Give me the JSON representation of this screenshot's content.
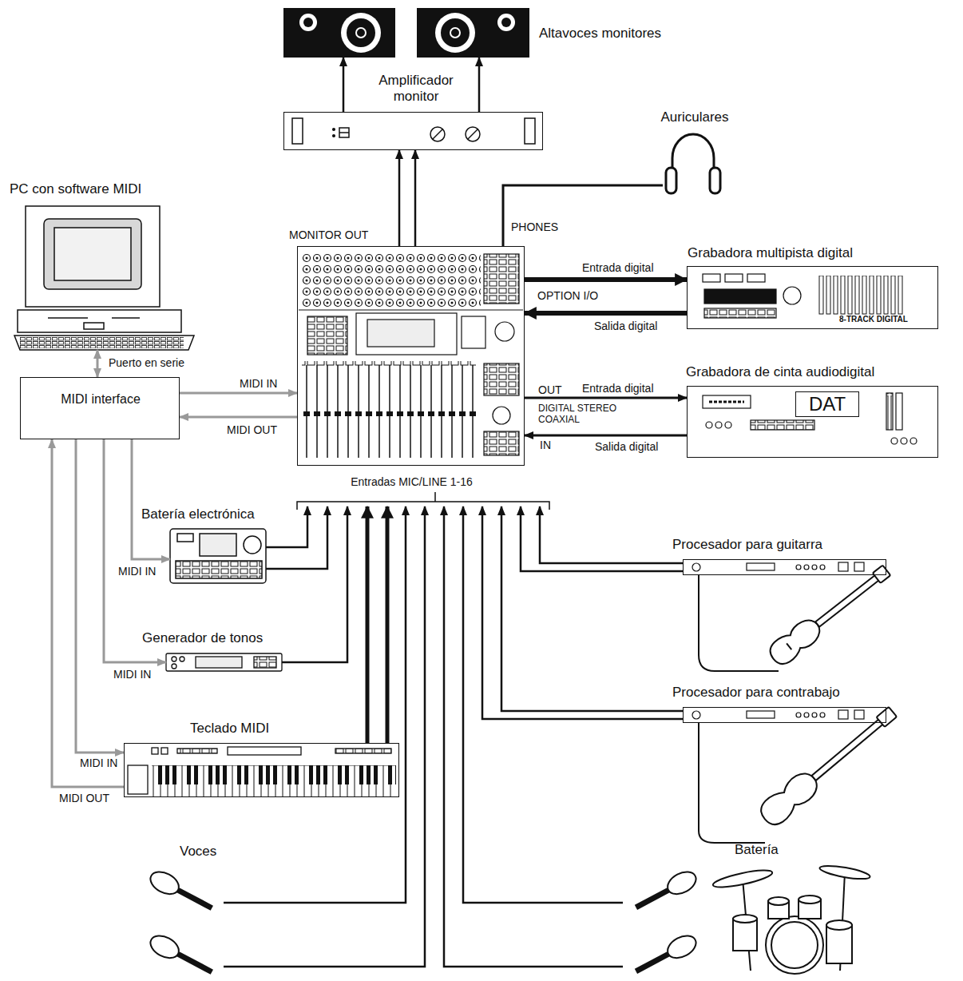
{
  "diagram": {
    "nodes": [
      {
        "text": [
          "Altavoces monitores"
        ]
      },
      {
        "text": [
          "Amplificador monitor"
        ]
      },
      {
        "text": [
          "Auriculares"
        ]
      },
      {
        "text": [
          "PC con software MIDI"
        ]
      },
      {
        "text": [
          "MIDI interface"
        ]
      },
      {
        "text": [
          "Entradas MIC/LINE 1-16"
        ]
      },
      {
        "text": [
          "Grabadora multipista digital",
          "8-TRACK DIGITAL"
        ]
      },
      {
        "text": [
          "Grabadora de cinta audiodigital",
          "DAT"
        ]
      },
      {
        "text": [
          "Batería electrónica"
        ]
      },
      {
        "text": [
          "Generador de tonos"
        ]
      },
      {
        "text": [
          "Teclado MIDI"
        ]
      },
      {
        "text": [
          "Procesador para guitarra"
        ]
      },
      {
        "text": [
          "Procesador para contrabajo"
        ]
      },
      {
        "text": [
          "Voces"
        ]
      },
      {
        "text": [
          "Batería"
        ]
      }
    ],
    "edges": [
      {
        "from": 1,
        "to": 0,
        "arrow": "to"
      },
      {
        "from": 5,
        "to": 1,
        "arrow": "to",
        "label": "MONITOR OUT"
      },
      {
        "from": 5,
        "to": 2,
        "arrow": "none",
        "label": "PHONES"
      },
      {
        "from": 5,
        "to": 6,
        "arrow": "to",
        "label": "Entrada digital"
      },
      {
        "from": 6,
        "to": 5,
        "arrow": "to",
        "label": "Salida digital"
      },
      {
        "from": 5,
        "to": 7,
        "arrow": "to",
        "label": "Entrada digital"
      },
      {
        "from": 7,
        "to": 5,
        "arrow": "to",
        "label": "Salida digital"
      },
      {
        "from": 3,
        "to": 4,
        "arrow": "both",
        "label": "Puerto en serie"
      },
      {
        "from": 4,
        "to": 5,
        "arrow": "to",
        "label": "MIDI IN"
      },
      {
        "from": 5,
        "to": 4,
        "arrow": "to",
        "label": "MIDI OUT"
      },
      {
        "from": 4,
        "to": 8,
        "arrow": "to",
        "label": "MIDI IN"
      },
      {
        "from": 4,
        "to": 9,
        "arrow": "to",
        "label": "MIDI IN"
      },
      {
        "from": 4,
        "to": 10,
        "arrow": "to",
        "label": "MIDI IN"
      },
      {
        "from": 10,
        "to": 4,
        "arrow": "to",
        "label": "MIDI OUT"
      },
      {
        "from": 8,
        "to": 5,
        "arrow": "to"
      },
      {
        "from": 9,
        "to": 5,
        "arrow": "to"
      },
      {
        "from": 10,
        "to": 5,
        "arrow": "to"
      },
      {
        "from": 13,
        "to": 5,
        "arrow": "to"
      },
      {
        "from": 14,
        "to": 5,
        "arrow": "to"
      },
      {
        "from": 12,
        "to": 5,
        "arrow": "to"
      },
      {
        "from": 11,
        "to": 5,
        "arrow": "to"
      }
    ],
    "labels": [
      "OPTION I/O",
      "OUT",
      "DIGITAL STEREO COAXIAL",
      "IN"
    ]
  }
}
